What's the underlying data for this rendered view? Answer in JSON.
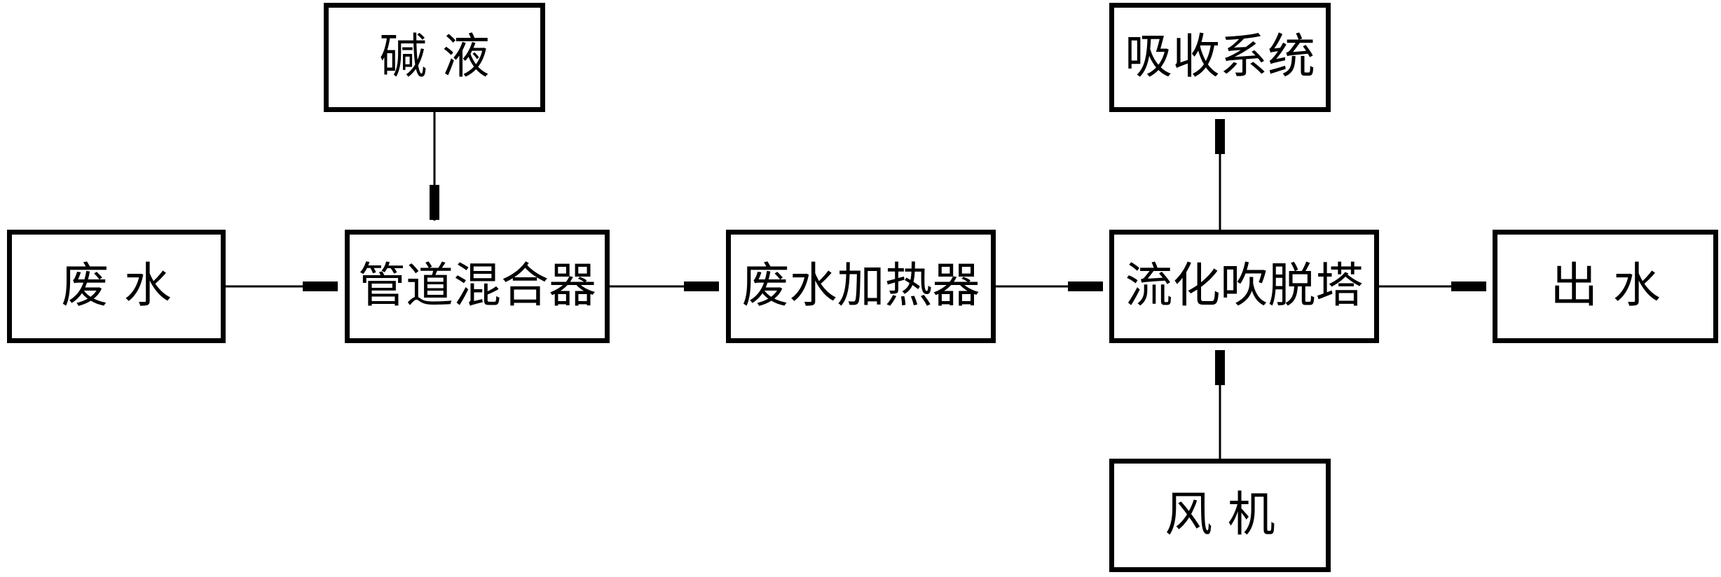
{
  "nodes": {
    "waste_water": "废 水",
    "alkali": "碱 液",
    "mixer": "管道混合器",
    "heater": "废水加热器",
    "tower": "流化吹脱塔",
    "absorption": "吸收系统",
    "outlet_water": "出 水",
    "fan": "风 机"
  },
  "colors": {
    "line": "#000000",
    "background": "#ffffff"
  }
}
